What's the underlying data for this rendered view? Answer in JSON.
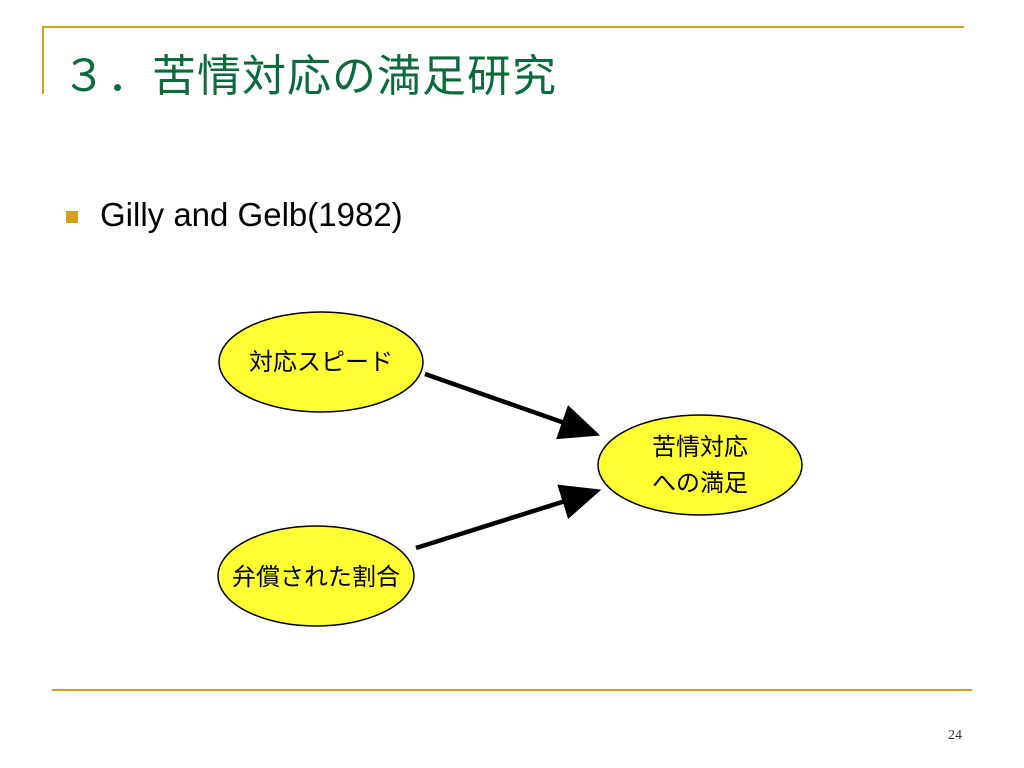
{
  "slide": {
    "title": "３．苦情対応の満足研究",
    "bullet": "Gilly and Gelb(1982)",
    "page_number": "24"
  },
  "diagram": {
    "nodes": [
      {
        "id": "speed",
        "label": "対応スピード"
      },
      {
        "id": "compensation",
        "label": "弁償された割合"
      },
      {
        "id": "satisfaction",
        "line1": "苦情対応",
        "line2": "への満足"
      }
    ],
    "edges": [
      {
        "from": "speed",
        "to": "satisfaction"
      },
      {
        "from": "compensation",
        "to": "satisfaction"
      }
    ]
  },
  "colors": {
    "accent": "#d4a017",
    "title": "#0b6b3a",
    "node_fill": "#ffff33"
  }
}
